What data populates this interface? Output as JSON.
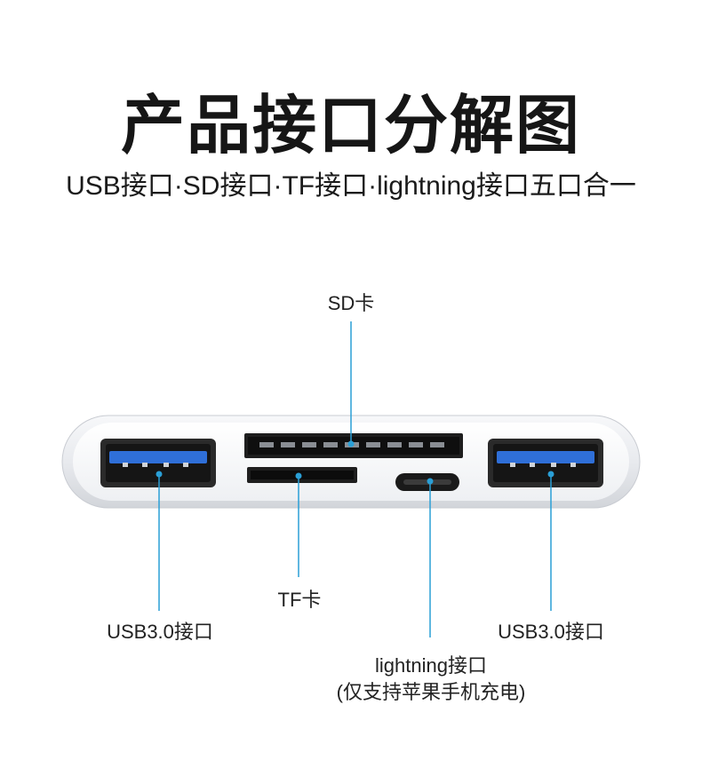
{
  "title": "产品接口分解图",
  "subtitle": "USB接口·SD接口·TF接口·lightning接口五口合一",
  "labels": {
    "sd": "SD卡",
    "tf": "TF卡",
    "usb_left": "USB3.0接口",
    "usb_right": "USB3.0接口",
    "lightning": "lightning接口",
    "lightning_note": "(仅支持苹果手机充电)"
  },
  "colors": {
    "callout_line": "#2a9fd6",
    "hub_body": "#eceef1",
    "usb_blue": "#2f6fd8"
  }
}
